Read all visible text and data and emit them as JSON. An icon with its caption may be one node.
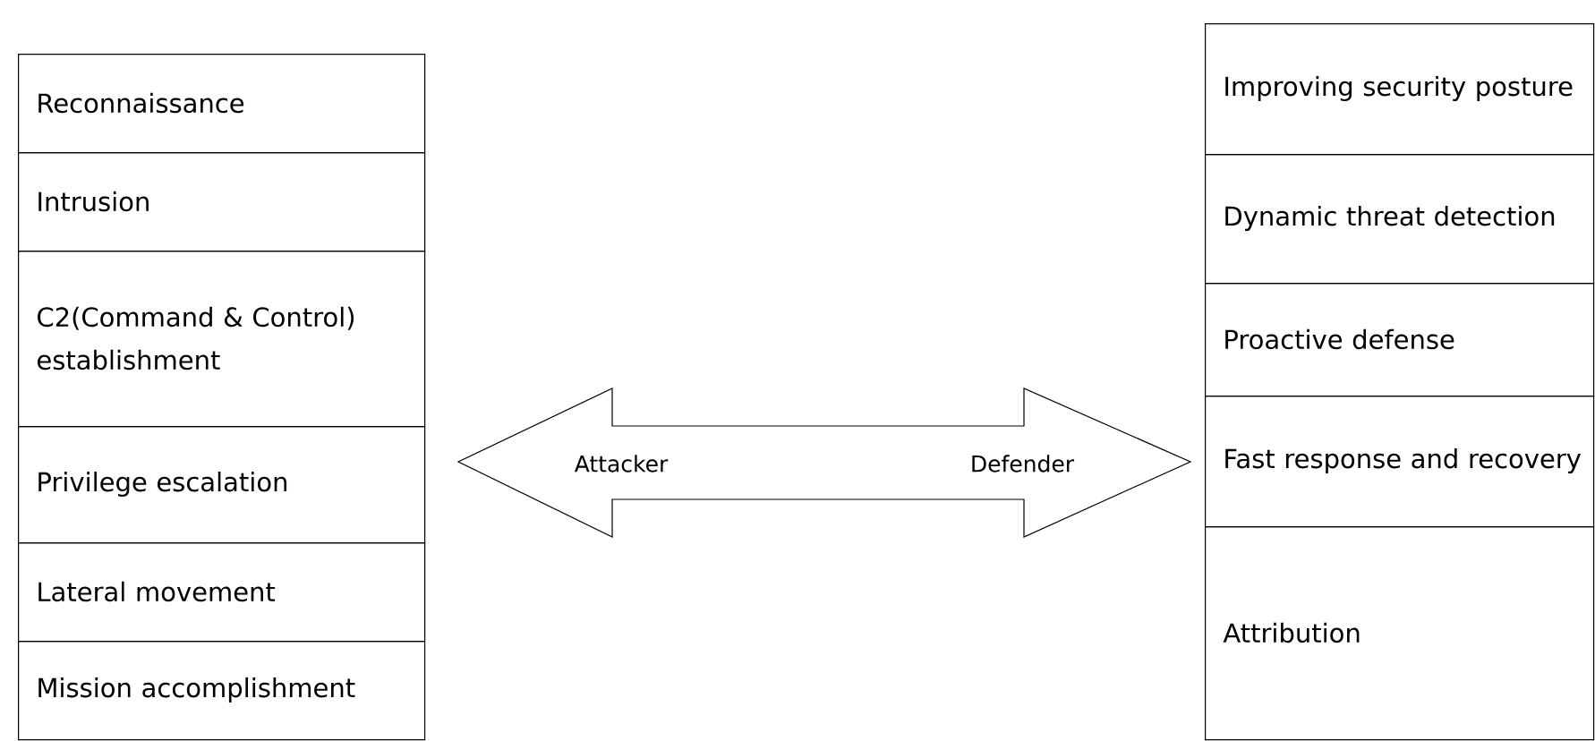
{
  "diagram": {
    "nodes": [
      {
        "text": [
          "Reconnaissance"
        ]
      },
      {
        "text": [
          "Intrusion"
        ]
      },
      {
        "text": [
          "C2(Command & Control) establishment"
        ]
      },
      {
        "text": [
          "Privilege escalation"
        ]
      },
      {
        "text": [
          "Lateral movement"
        ]
      },
      {
        "text": [
          "Mission accomplishment"
        ]
      },
      {
        "text": [
          "Improving security posture"
        ]
      },
      {
        "text": [
          "Dynamic threat detection"
        ]
      },
      {
        "text": [
          "Proactive defense"
        ]
      },
      {
        "text": [
          "Fast response and recovery"
        ]
      },
      {
        "text": [
          "Attribution"
        ]
      },
      {
        "text": [
          "Attacker",
          "Defender"
        ]
      }
    ]
  }
}
